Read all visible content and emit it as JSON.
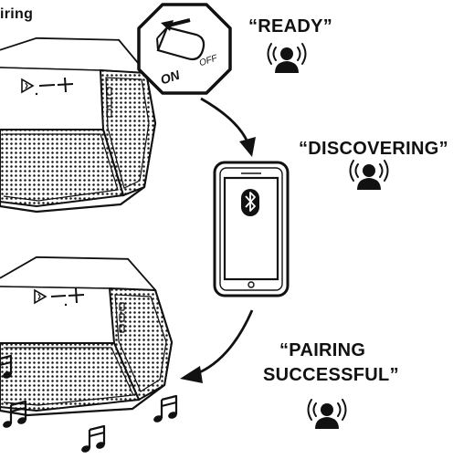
{
  "title": "iring",
  "steps": {
    "ready": "“READY”",
    "discovering": "“DISCOVERING”",
    "pairing_line1": "“PAIRING",
    "pairing_line2": "SUCCESSFUL”"
  },
  "switch": {
    "on_label": "ON",
    "off_label": "OFF"
  },
  "phone": {
    "icon": "bluetooth-icon"
  },
  "icons": {
    "speaker_voice": "speaking-person-icon",
    "arrow": "curved-arrow",
    "music": "music-note-icon"
  },
  "colors": {
    "ink": "#111111",
    "background": "#ffffff"
  }
}
